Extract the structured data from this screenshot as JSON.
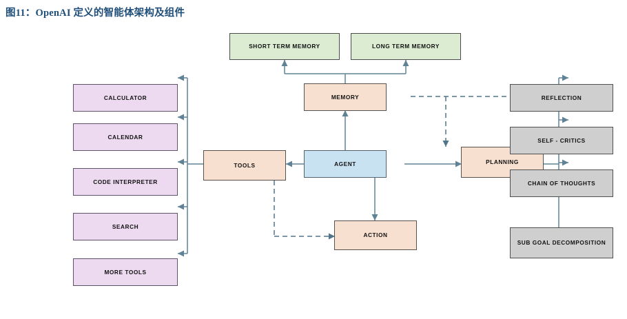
{
  "figure": {
    "title": "图11：OpenAI 定义的智能体架构及组件",
    "title_color": "#1f4e79"
  },
  "diagram": {
    "type": "flowchart",
    "palette": {
      "purple": "#edd9f0",
      "green": "#dbecd2",
      "peach": "#f8e0d0",
      "blue": "#c9e2f2",
      "gray": "#cfcfcf",
      "wire": "#5f8296",
      "border": "#595063"
    },
    "memory_types": [
      {
        "label": "SHORT TERM MEMORY",
        "color": "green"
      },
      {
        "label": "LONG TERM MEMORY",
        "color": "green"
      }
    ],
    "core": {
      "memory": {
        "label": "MEMORY",
        "color": "peach"
      },
      "agent": {
        "label": "AGENT",
        "color": "blue"
      },
      "tools": {
        "label": "TOOLS",
        "color": "peach"
      },
      "planning": {
        "label": "PLANNING",
        "color": "peach"
      },
      "action": {
        "label": "ACTION",
        "color": "peach"
      }
    },
    "tools_list": [
      {
        "label": "CALCULATOR",
        "color": "purple"
      },
      {
        "label": "CALENDAR",
        "color": "purple"
      },
      {
        "label": "CODE INTERPRETER",
        "color": "purple"
      },
      {
        "label": "SEARCH",
        "color": "purple"
      },
      {
        "label": "MORE TOOLS",
        "color": "purple"
      }
    ],
    "planning_list": [
      {
        "label": "REFLECTION",
        "color": "gray"
      },
      {
        "label": "SELF - CRITICS",
        "color": "gray"
      },
      {
        "label": "CHAIN OF THOUGHTS",
        "color": "gray"
      },
      {
        "label": "SUB GOAL DECOMPOSITION",
        "color": "gray"
      }
    ],
    "edges": [
      {
        "from": "MEMORY",
        "to": "SHORT TERM MEMORY",
        "style": "solid"
      },
      {
        "from": "MEMORY",
        "to": "LONG TERM MEMORY",
        "style": "solid"
      },
      {
        "from": "AGENT",
        "to": "MEMORY",
        "style": "solid"
      },
      {
        "from": "AGENT",
        "to": "TOOLS",
        "style": "solid"
      },
      {
        "from": "AGENT",
        "to": "PLANNING",
        "style": "solid"
      },
      {
        "from": "AGENT",
        "to": "ACTION",
        "style": "solid"
      },
      {
        "from": "MEMORY",
        "to": "PLANNING",
        "style": "dashed"
      },
      {
        "from": "MEMORY",
        "to": "REFLECTION",
        "style": "dashed"
      },
      {
        "from": "TOOLS",
        "to": "ACTION",
        "style": "dashed"
      },
      {
        "from": "TOOLS",
        "to": "CALCULATOR",
        "style": "solid"
      },
      {
        "from": "TOOLS",
        "to": "CALENDAR",
        "style": "solid"
      },
      {
        "from": "TOOLS",
        "to": "CODE INTERPRETER",
        "style": "solid"
      },
      {
        "from": "TOOLS",
        "to": "SEARCH",
        "style": "solid"
      },
      {
        "from": "TOOLS",
        "to": "MORE TOOLS",
        "style": "solid"
      },
      {
        "from": "PLANNING",
        "to": "REFLECTION",
        "style": "solid"
      },
      {
        "from": "PLANNING",
        "to": "SELF - CRITICS",
        "style": "solid"
      },
      {
        "from": "PLANNING",
        "to": "CHAIN OF THOUGHTS",
        "style": "solid"
      },
      {
        "from": "PLANNING",
        "to": "SUB GOAL DECOMPOSITION",
        "style": "solid"
      }
    ]
  }
}
